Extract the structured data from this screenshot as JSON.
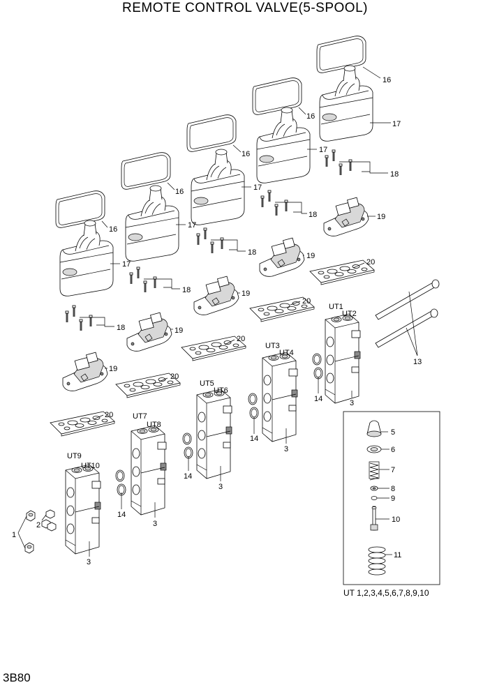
{
  "title": "REMOTE CONTROL VALVE(5-SPOOL)",
  "page_code": "3B80",
  "kit_caption": "UT 1,2,3,4,5,6,7,8,9,10",
  "labels": {
    "p1": "1",
    "p2": "2",
    "p3": "3",
    "p5": "5",
    "p6": "6",
    "p7": "7",
    "p8": "8",
    "p9": "9",
    "p10": "10",
    "p11": "11",
    "p13": "13",
    "p14": "14",
    "p16": "16",
    "p17": "17",
    "p18": "18",
    "p19": "19",
    "p20": "20",
    "ut1": "UT1",
    "ut2": "UT2",
    "ut3": "UT3",
    "ut4": "UT4",
    "ut5": "UT5",
    "ut6": "UT6",
    "ut7": "UT7",
    "ut8": "UT8",
    "ut9": "UT9",
    "ut10": "UT10"
  }
}
